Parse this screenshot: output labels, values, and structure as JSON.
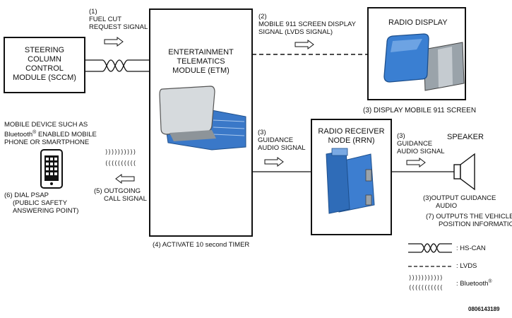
{
  "sccm": {
    "lines": [
      "STEERING",
      "COLUMN",
      "CONTROL",
      "MODULE (SCCM)"
    ]
  },
  "etm": {
    "lines": [
      "ENTERTAINMENT",
      "TELEMATICS",
      "MODULE (ETM)"
    ]
  },
  "radio_display": {
    "title": "RADIO DISPLAY",
    "caption": "(3) DISPLAY MOBILE 911 SCREEN"
  },
  "rrn": {
    "lines": [
      "RADIO RECEIVER",
      "NODE (RRN)"
    ]
  },
  "speaker": {
    "title": "SPEAKER"
  },
  "signals": {
    "fuel_cut": [
      "(1)",
      "FUEL CUT",
      "REQUEST SIGNAL"
    ],
    "mobile911": [
      "(2)",
      "MOBILE 911 SCREEN DISPLAY",
      "SIGNAL (LVDS SIGNAL)"
    ],
    "guidance_etm": [
      "(3)",
      "GUIDANCE",
      "AUDIO SIGNAL"
    ],
    "guidance_rrn": [
      "(3)",
      "GUIDANCE",
      "AUDIO SIGNAL"
    ],
    "outgoing": [
      "(5) OUTGOING",
      "CALL SIGNAL"
    ]
  },
  "mobile": {
    "line1": "MOBILE DEVICE SUCH AS",
    "bluetooth": "Bluetooth",
    "line2_rest": "ENABLED MOBILE",
    "line3": "PHONE OR SMARTPHONE",
    "dial": [
      "(6) DIAL PSAP",
      "(PUBLIC SAFETY",
      "ANSWERING POINT)"
    ]
  },
  "timer": "(4) ACTIVATE 10 second TIMER",
  "output_guidance": [
    "(3)OUTPUT GUIDANCE",
    "AUDIO"
  ],
  "vehicle_position": [
    "(7) OUTPUTS THE VEHICLE",
    "POSITION INFORMATION"
  ],
  "legend": {
    "hs_can": ": HS-CAN",
    "lvds": ": LVDS",
    "bluetooth": ": Bluetooth",
    "registered": "®"
  },
  "figure_id": "0806143189",
  "colors": {
    "line": "#111111",
    "module_blue": "#3a78c8",
    "screen_gray": "#c8cdd2"
  }
}
